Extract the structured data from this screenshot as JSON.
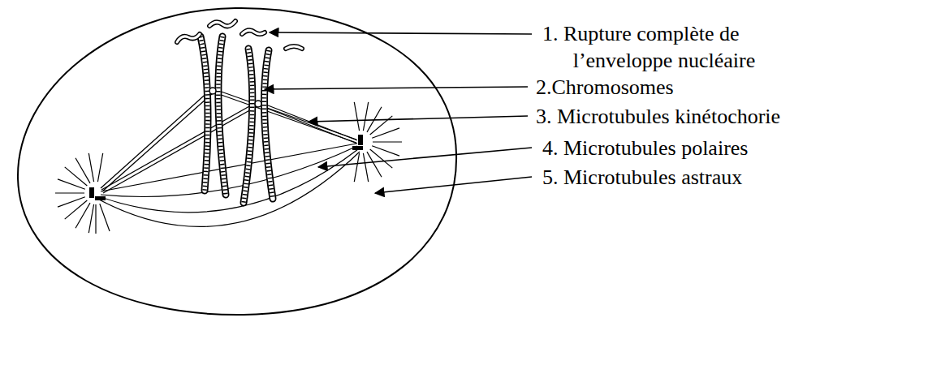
{
  "diagram": {
    "labels": [
      "1. Rupture complète de l’enveloppe nucléaire",
      "2.Chromosomes",
      "3. Microtubules kinétochorie",
      "4. Microtubules polaires",
      "5. Microtubules astraux"
    ]
  }
}
